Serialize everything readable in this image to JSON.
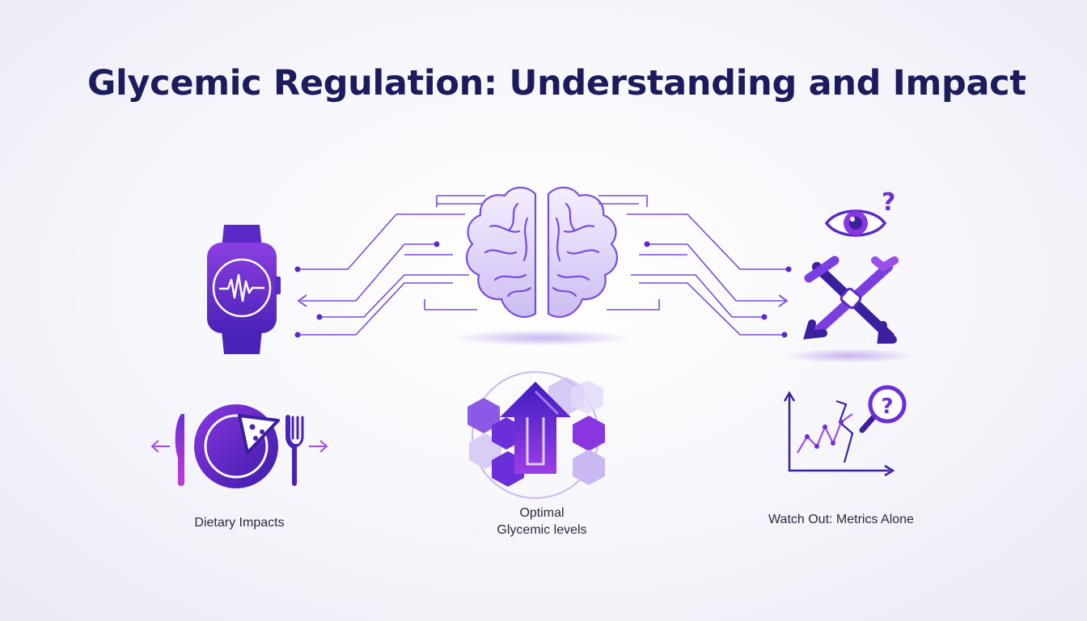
{
  "title": "Glycemic Regulation: Understanding and Impact",
  "captions": {
    "dietary": "Dietary Impacts",
    "optimal_line1": "Optimal",
    "optimal_line2": "Glycemic levels",
    "watch": "Watch Out: Metrics Alone"
  },
  "symbols": {
    "question_mark": "?"
  },
  "colors": {
    "title": "#1c1b5e",
    "primary_purple": "#6a2fd8",
    "light_purple": "#c9b8f2",
    "magenta": "#b84ad8",
    "dark_purple": "#3b1f9e"
  },
  "icons": [
    "smartwatch-icon",
    "brain-icon",
    "eye-icon",
    "crossed-tools-icon",
    "plate-icon",
    "up-arrow-hexagon-icon",
    "chart-magnifier-icon"
  ]
}
